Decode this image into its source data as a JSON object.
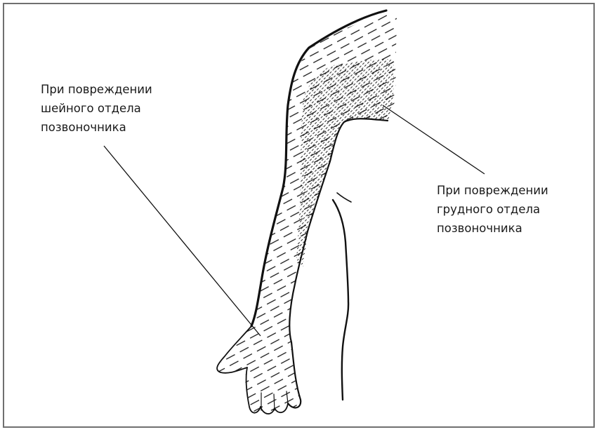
{
  "diagram": {
    "annotations": [
      {
        "id": "cervical",
        "lines": [
          "При повреждении",
          "шейного отдела",
          "позвоночника"
        ],
        "pattern": "dashed-hatching"
      },
      {
        "id": "thoracic",
        "lines": [
          "При повреждении",
          "грудного отдела",
          "позвоночника"
        ],
        "pattern": "dotted-stippling"
      }
    ]
  },
  "colors": {
    "frame_border": "#6f6f6f",
    "ink": "#111111",
    "text": "#1a1a1a",
    "background": "#ffffff"
  }
}
